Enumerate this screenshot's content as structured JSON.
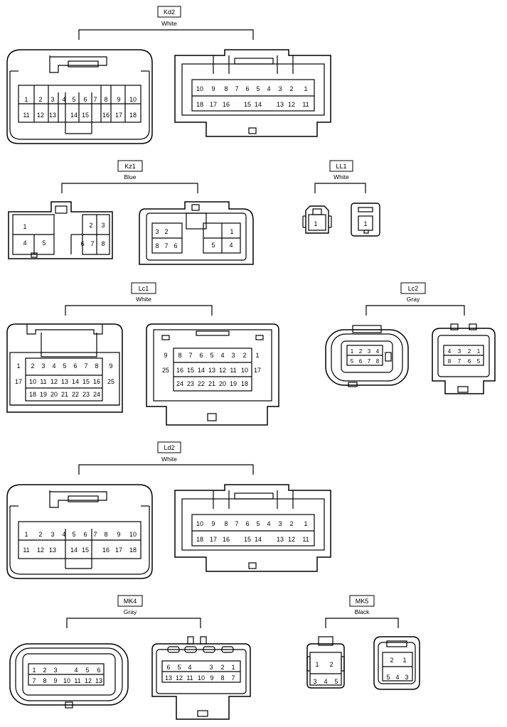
{
  "sections": [
    {
      "id": "kd2",
      "name": "Kd2",
      "color": "White"
    },
    {
      "id": "kz1",
      "name": "Kz1",
      "color": "Blue"
    },
    {
      "id": "ll1",
      "name": "LL1",
      "color": "White"
    },
    {
      "id": "lc1",
      "name": "Lc1",
      "color": "White"
    },
    {
      "id": "lc2",
      "name": "Lc2",
      "color": "Gray"
    },
    {
      "id": "ld2",
      "name": "Ld2",
      "color": "White"
    },
    {
      "id": "mk4",
      "name": "MK4",
      "color": "Gray"
    },
    {
      "id": "mk5",
      "name": "MK5",
      "color": "Black"
    }
  ],
  "pins": {
    "kd2_left_top": [
      "1",
      "2",
      "3",
      "4",
      "5",
      "6",
      "7",
      "8",
      "9",
      "10"
    ],
    "kd2_left_bot": [
      "11",
      "12",
      "13",
      "14",
      "15",
      "16",
      "17",
      "18"
    ],
    "kd2_right_top": [
      "10",
      "9",
      "8",
      "7",
      "6",
      "5",
      "4",
      "3",
      "2",
      "1"
    ],
    "kd2_right_bot": [
      "18",
      "17",
      "16",
      "15",
      "14",
      "13",
      "12",
      "11"
    ],
    "kz1_left": [
      "1",
      "4",
      "5",
      "2",
      "3",
      "6",
      "7",
      "8"
    ],
    "kz1_right": [
      "3",
      "2",
      "8",
      "7",
      "6",
      "1",
      "5",
      "4"
    ],
    "ll1": [
      "1",
      "1"
    ],
    "lc1_left_top": [
      "1",
      "2",
      "3",
      "4",
      "5",
      "6",
      "7",
      "8",
      "9"
    ],
    "lc1_left_mid": [
      "17",
      "10",
      "11",
      "12",
      "13",
      "14",
      "15",
      "16",
      "25"
    ],
    "lc1_left_bot": [
      "18",
      "19",
      "20",
      "21",
      "22",
      "23",
      "24"
    ],
    "lc1_right_top": [
      "9",
      "8",
      "7",
      "6",
      "5",
      "4",
      "3",
      "2",
      "1"
    ],
    "lc1_right_mid": [
      "25",
      "16",
      "15",
      "14",
      "13",
      "12",
      "11",
      "10",
      "17"
    ],
    "lc1_right_bot": [
      "24",
      "23",
      "22",
      "21",
      "20",
      "19",
      "18"
    ],
    "lc2_left_top": [
      "1",
      "2",
      "3",
      "4"
    ],
    "lc2_left_bot": [
      "5",
      "6",
      "7",
      "8"
    ],
    "lc2_right_top": [
      "4",
      "3",
      "2",
      "1"
    ],
    "lc2_right_bot": [
      "8",
      "7",
      "6",
      "5"
    ],
    "ld2_left_top": [
      "1",
      "2",
      "3",
      "4",
      "5",
      "6",
      "7",
      "8",
      "9",
      "10"
    ],
    "ld2_left_bot": [
      "11",
      "12",
      "13",
      "14",
      "15",
      "16",
      "17",
      "18"
    ],
    "ld2_right_top": [
      "10",
      "9",
      "8",
      "7",
      "6",
      "5",
      "4",
      "3",
      "2",
      "1"
    ],
    "ld2_right_bot": [
      "18",
      "17",
      "16",
      "15",
      "14",
      "13",
      "12",
      "11"
    ],
    "mk4_left_top": [
      "1",
      "2",
      "3",
      "4",
      "5",
      "6"
    ],
    "mk4_left_bot": [
      "7",
      "8",
      "9",
      "10",
      "11",
      "12",
      "13"
    ],
    "mk4_right_top": [
      "6",
      "5",
      "4",
      "3",
      "2",
      "1"
    ],
    "mk4_right_bot": [
      "13",
      "12",
      "11",
      "10",
      "9",
      "8",
      "7"
    ],
    "mk5_left": [
      "1",
      "2",
      "3",
      "4",
      "5"
    ],
    "mk5_right": [
      "2",
      "1",
      "5",
      "4",
      "3"
    ]
  }
}
